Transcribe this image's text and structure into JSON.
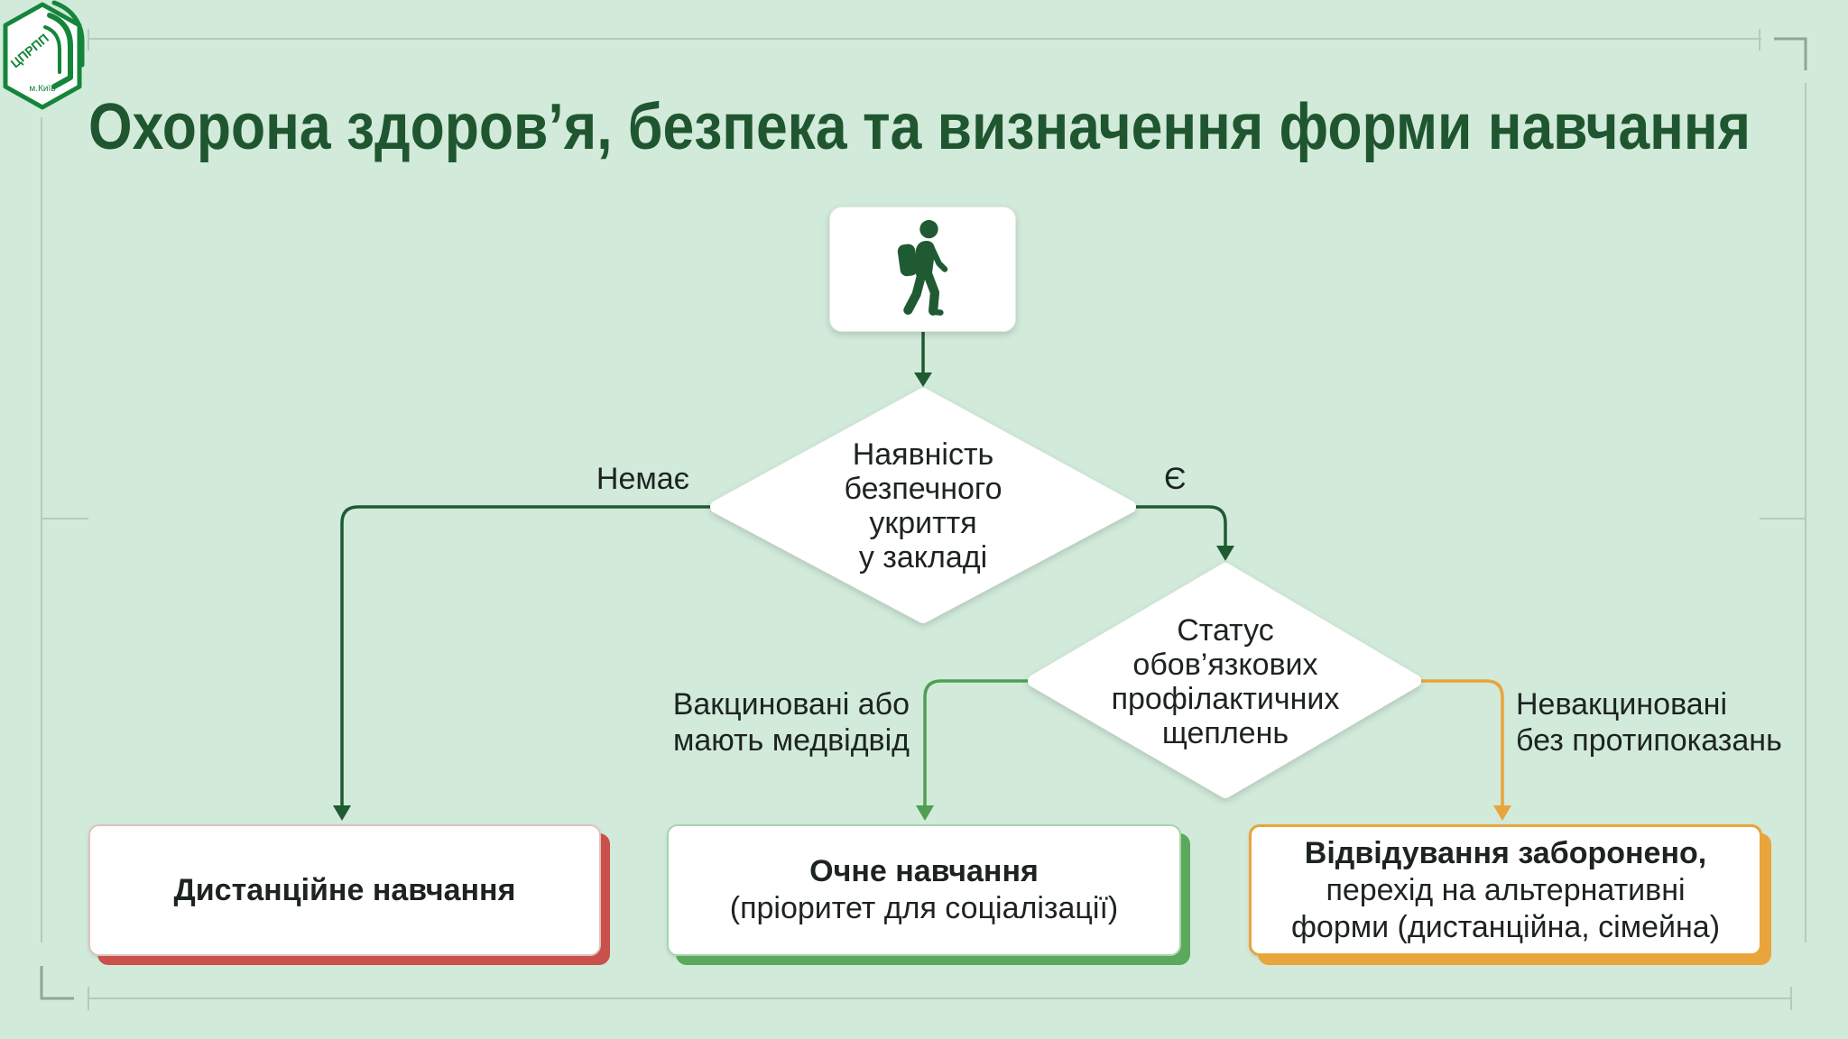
{
  "logo": {
    "org": "ЦПРПП",
    "city": "м.Київ"
  },
  "title": "Охорона здоров’я, безпека та визначення форми навчання",
  "start": {
    "icon": "walking-student-icon"
  },
  "decisions": [
    {
      "lines": [
        "Наявність",
        "безпечного",
        "укриття",
        "у закладі"
      ]
    },
    {
      "lines": [
        "Статус",
        "обов’язкових",
        "профілактичних",
        "щеплень"
      ]
    }
  ],
  "branches": {
    "no_shelter": "Немає",
    "has_shelter": "Є",
    "vaccinated": [
      "Вакциновані або",
      "мають медвідвід"
    ],
    "unvaccinated": [
      "Невакциновані",
      "без протипоказань"
    ]
  },
  "outcomes": [
    {
      "title": "Дистанційне навчання",
      "lines": []
    },
    {
      "title": "Очне навчання",
      "lines": [
        "(пріоритет для соціалізації)"
      ]
    },
    {
      "title": "Відвідування заборонено,",
      "lines": [
        "перехід на альтернативні",
        "форми (дистанційна, сімейна)"
      ]
    }
  ],
  "colors": {
    "background": "#d1eada",
    "title": "#1f5630",
    "flow_main": "#1f5a33",
    "branch_vaccinated": "#4f9f53",
    "branch_unvaccinated": "#e9a43b",
    "outcome_remote": "#c9504b",
    "outcome_inperson": "#5aa95d",
    "outcome_banned": "#e9a43b",
    "logo": "#14853a"
  }
}
